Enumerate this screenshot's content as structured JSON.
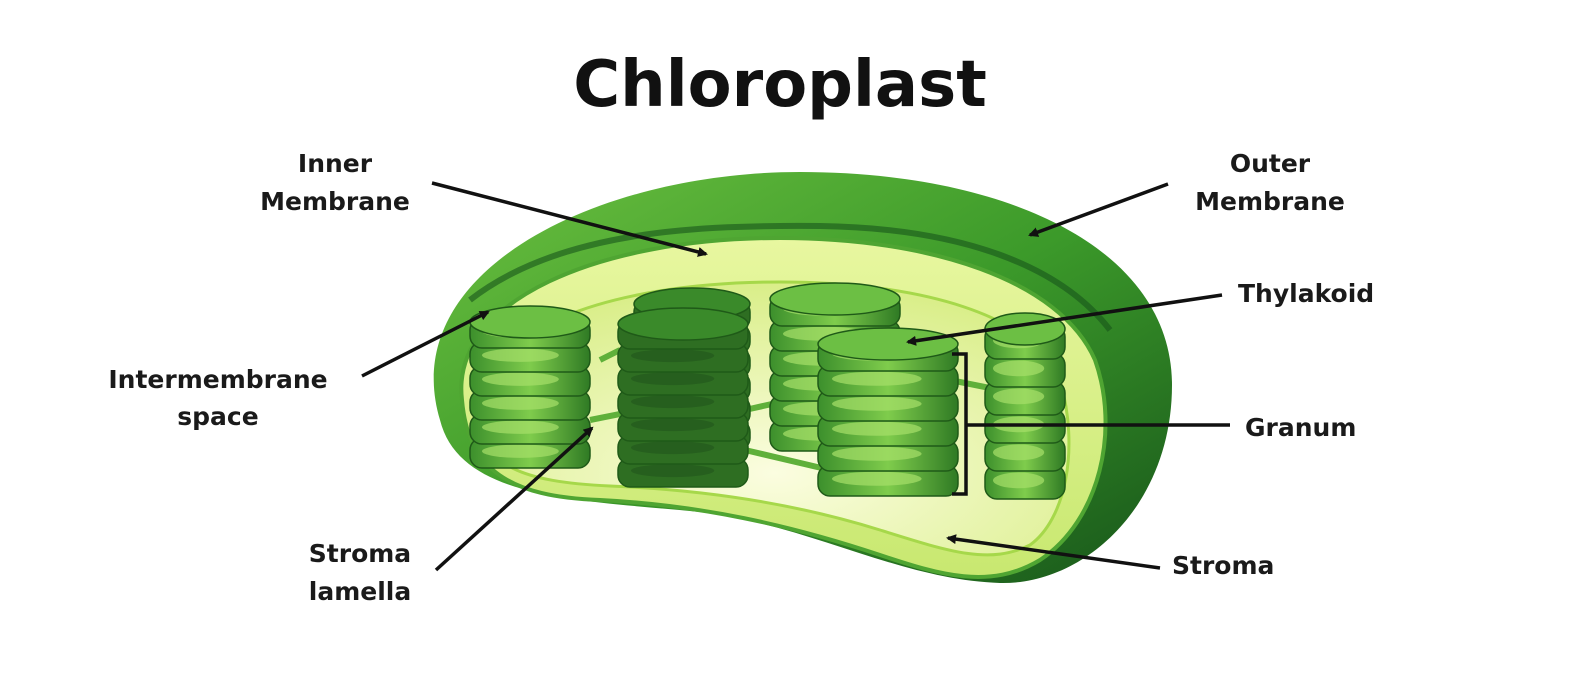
{
  "title": "Chloroplast",
  "labels": {
    "inner_membrane": [
      "Inner",
      "Membrane"
    ],
    "outer_membrane": [
      "Outer",
      "Membrane"
    ],
    "thylakoid": "Thylakoid",
    "intermembrane_space": [
      "Intermembrane",
      "space"
    ],
    "granum": "Granum",
    "stroma_lamella": [
      "Stroma",
      "lamella"
    ],
    "stroma": "Stroma"
  },
  "colors": {
    "outer_dark": "#1f6a1a",
    "outer_mid": "#3c9a2a",
    "outer_light": "#7cc84a",
    "inner_band": "#e4f49a",
    "stroma": "#f4f8c8",
    "granum_dark": "#2f7a24",
    "granum_light": "#8fd35a"
  }
}
